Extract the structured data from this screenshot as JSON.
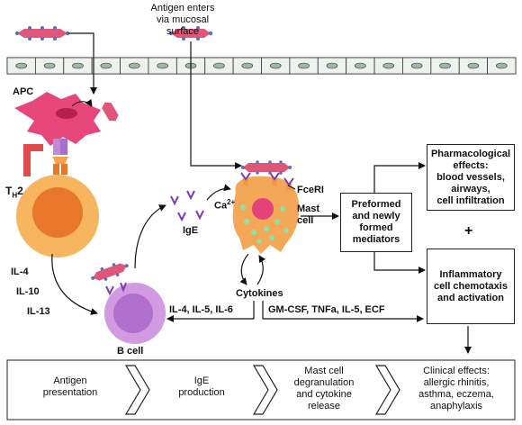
{
  "labels": {
    "antigen_enters": "Antigen enters\nvia mucosal\nsurface",
    "apc": "APC",
    "th2": "T",
    "th2_sub": "H",
    "th2_tail": "2",
    "il4": "IL-4",
    "il10": "IL-10",
    "il13": "IL-13",
    "b_cell": "B cell",
    "ige": "IgE",
    "ca": "Ca",
    "ca_sup": "2+",
    "fceri": "FceRI",
    "mast_cell": "Mast\ncell",
    "cytokines": "Cytokines",
    "b_cytokines": "IL-4, IL-5, IL-6",
    "mast_cytokines": "GM-CSF, TNFa, IL-5, ECF",
    "mediators": "Preformed\nand newly\nformed\nmediators",
    "pharm": "Pharmacological\neffects:\nblood vessels,\nairways,\ncell infiltration",
    "plus": "+",
    "inflam": "Inflammatory\ncell chemotaxis\nand activation"
  },
  "flow": [
    {
      "text": "Antigen\npresentation"
    },
    {
      "text": "IgE\nproduction"
    },
    {
      "text": "Mast cell\ndegranulation\nand cytokine\nrelease"
    },
    {
      "text": "Clinical effects:\nallergic rhinitis,\nasthma, eczema,\nanaphylaxis"
    }
  ],
  "colors": {
    "antigen": "#e0567a",
    "antigen_spike": "#5b6fb5",
    "apc": "#e7467a",
    "th2": "#f29a44",
    "th2_nucleus": "#e8772a",
    "b_cell": "#c886d8",
    "b_nucleus": "#a763c0",
    "mast": "#f4a857",
    "mast_nucleus": "#e4437a",
    "granule": "#8fe0a8",
    "receptor": "#9966cc",
    "epithelium": "#eef2ee"
  }
}
